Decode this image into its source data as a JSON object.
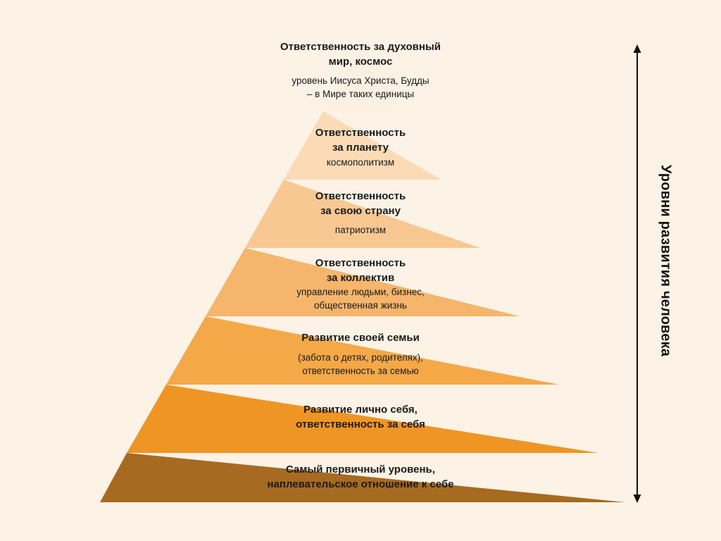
{
  "side_label": "Уровни развития человека",
  "colors": {
    "background": "#fcf2e6",
    "arrow": "#111111",
    "levels": [
      "#fcf0e2",
      "#fadbb5",
      "#f8c893",
      "#f5b56c",
      "#f4a848",
      "#ef9524",
      "#a66a21"
    ]
  },
  "levels": [
    {
      "title": "Ответственность за духовный\nмир, космос",
      "subtitle": "уровень Иисуса Христа, Будды\n– в Мире таких единицы"
    },
    {
      "title": "Ответственность\nза планету",
      "subtitle": "космополитизм"
    },
    {
      "title": "Ответственность\nза свою страну",
      "subtitle": "патриотизм"
    },
    {
      "title": "Ответственность\nза коллектив",
      "subtitle": "управление людьми, бизнес,\nобщественная жизнь"
    },
    {
      "title": "Развитие своей семьи",
      "subtitle": "(забота о детях, родителях),\nответственность за семью"
    },
    {
      "title": "Развитие лично себя,\nответственность за себя",
      "subtitle": ""
    },
    {
      "title": "Самый первичный уровень,\nнаплевательское отношение к себе",
      "subtitle": ""
    }
  ]
}
